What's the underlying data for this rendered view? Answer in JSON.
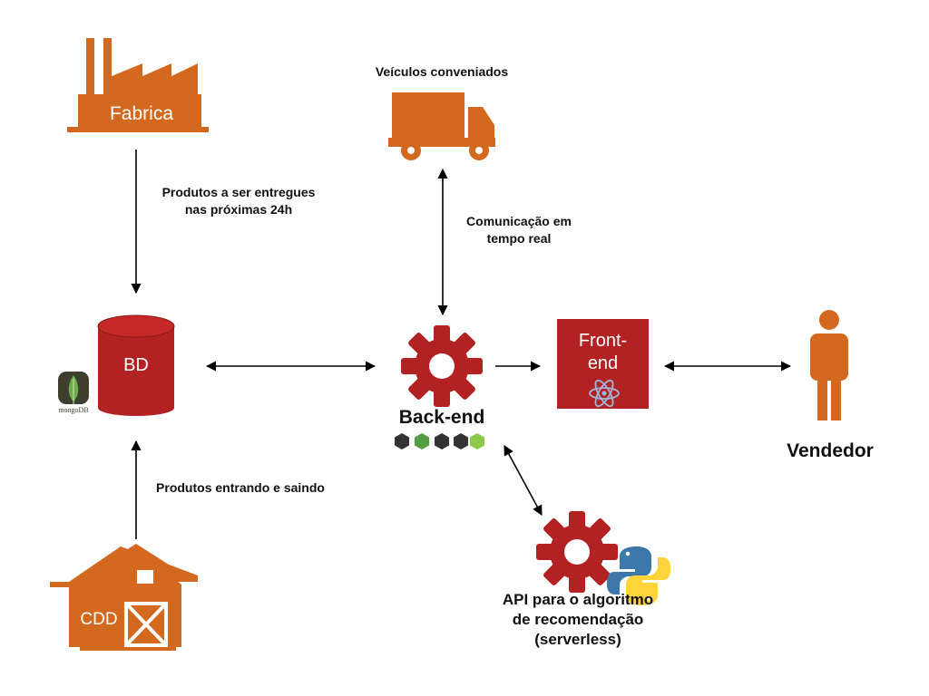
{
  "diagram": {
    "nodes": {
      "factory": {
        "label": "Fabrica"
      },
      "vehicles": {
        "label": "Veículos conveniados"
      },
      "database": {
        "label": "BD",
        "logo_text": "mongoDB"
      },
      "backend": {
        "label": "Back-end",
        "logo_text": "node"
      },
      "frontend": {
        "label_line1": "Front-",
        "label_line2": "end"
      },
      "seller": {
        "label": "Vendedor"
      },
      "cdd": {
        "label": "CDD"
      },
      "api": {
        "line1": "API para o algoritmo",
        "line2": "de recomendação",
        "line3": "(serverless)"
      }
    },
    "edges": {
      "factory_to_db": {
        "line1": "Produtos a ser entregues",
        "line2": "nas próximas 24h"
      },
      "backend_vehicles": {
        "line1": "Comunicação em",
        "line2": "tempo real"
      },
      "cdd_to_db": {
        "label": "Produtos entrando e saindo"
      }
    },
    "colors": {
      "orange": "#D2691E",
      "red": "#B22222",
      "dark_red": "#8B1A1A",
      "arrow": "#000000"
    }
  }
}
